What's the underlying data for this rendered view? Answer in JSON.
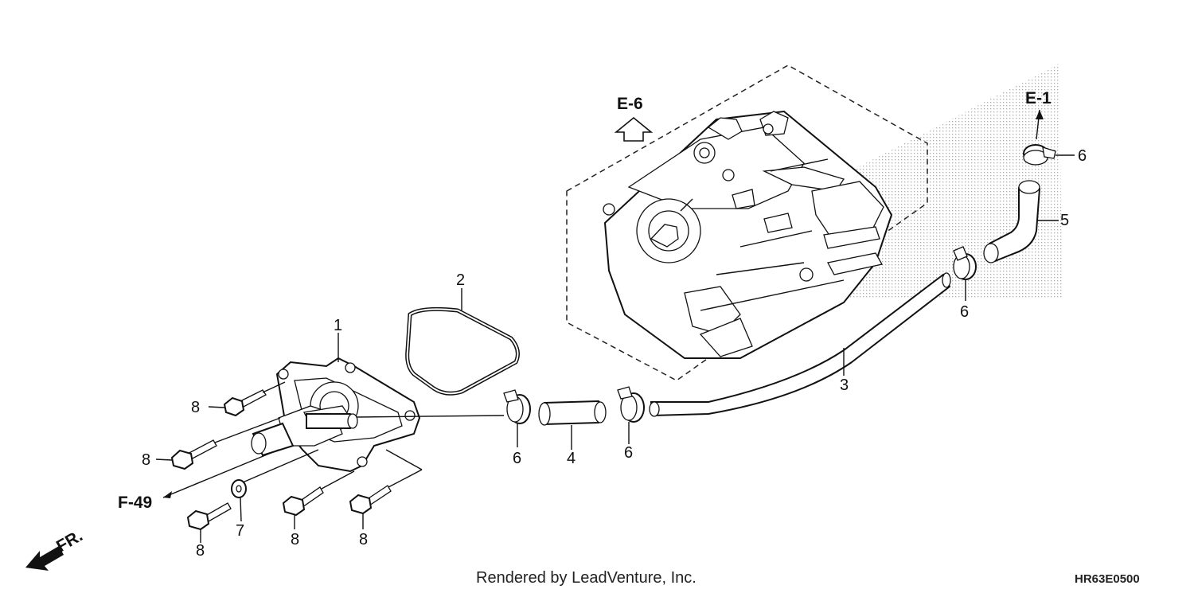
{
  "diagram": {
    "callouts": [
      "1",
      "2",
      "3",
      "4",
      "5",
      "6",
      "7",
      "8"
    ],
    "references": {
      "e6": "E-6",
      "e1": "E-1",
      "f49": "F-49"
    },
    "direction_marker": "FR.",
    "footer_credit": "Rendered by LeadVenture, Inc.",
    "drawing_code": "HR63E0500"
  }
}
